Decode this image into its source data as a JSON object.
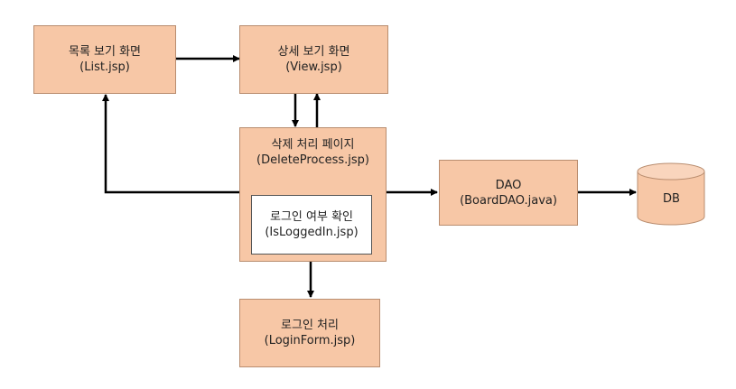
{
  "nodes": {
    "list": {
      "title": "목록 보기 화면",
      "file": "(List.jsp)"
    },
    "view": {
      "title": "상세 보기 화면",
      "file": "(View.jsp)"
    },
    "delete": {
      "title": "삭제 처리 페이지",
      "file": "(DeleteProcess.jsp)"
    },
    "check": {
      "title": "로그인 여부 확인",
      "file": "(IsLoggedIn.jsp)"
    },
    "login": {
      "title": "로그인 처리",
      "file": "(LoginForm.jsp)"
    },
    "dao": {
      "title": "DAO",
      "file": "(BoardDAO.java)"
    },
    "db": {
      "title": "DB"
    }
  },
  "colors": {
    "box_fill": "#f7c7a6",
    "box_border": "#b98d6f",
    "arrow": "#000000"
  }
}
